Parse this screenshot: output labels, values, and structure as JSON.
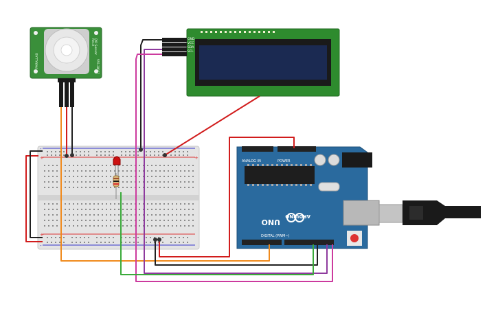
{
  "pir_sensor": {
    "label_top": "PIR Sensor",
    "label_sub": "Rev.A",
    "label_side_left": "PARALLAX",
    "label_side_right": "555-28027",
    "colors": {
      "board": "#3a8f3a",
      "dome": "#e8e8e8"
    }
  },
  "lcd": {
    "pin_labels": [
      "GND",
      "VCC",
      "SDA",
      "SCL"
    ],
    "colors": {
      "board": "#2e8b2e",
      "screen": "#1b2a52",
      "bezel": "#1a1a1a"
    }
  },
  "breadboard": {
    "rail_plus": "+",
    "rail_minus": "-",
    "colors": {
      "body": "#e4e4e4",
      "rail_red": "#d33",
      "rail_blue": "#33c",
      "hole": "#8a8a8a"
    }
  },
  "arduino": {
    "brand": "ARDUINO",
    "model": "UNO",
    "power_header": "POWER",
    "analog_header": "ANALOG IN",
    "digital_header": "DIGITAL (PWM~)",
    "colors": {
      "board": "#2a6a9e",
      "header": "#222222",
      "chip": "#1e1e1e",
      "usb": "#b8b8b8"
    }
  },
  "led": {
    "color": "#cc1111"
  },
  "usb_cable": {
    "color": "#1a1a1a"
  },
  "wires": {
    "red": "#d11c1c",
    "black": "#202020",
    "orange": "#f08a1c",
    "green": "#3aaa3a",
    "purple": "#8e3a9e",
    "magenta": "#cc3a9e"
  }
}
